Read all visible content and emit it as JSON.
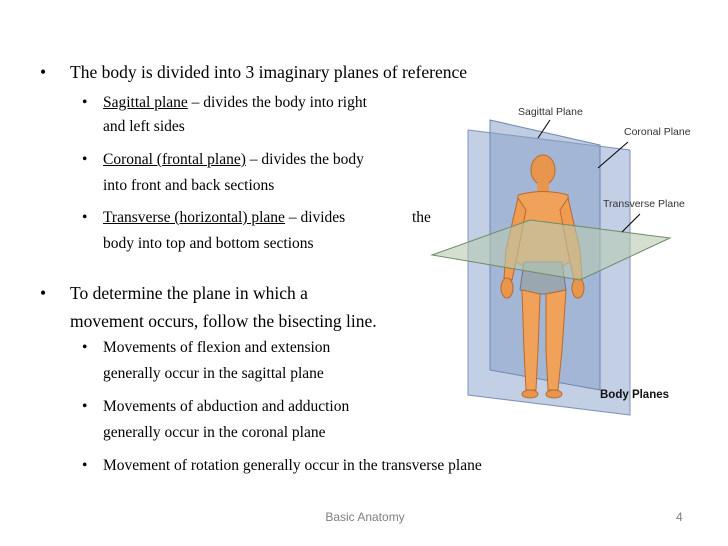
{
  "bullets": {
    "main1": "The body is divided into 3 imaginary planes of reference",
    "sagittal_term": "Sagittal plane",
    "sagittal_rest": " – divides the body into right",
    "sagittal_line2": "and left sides",
    "coronal_term": "Coronal (frontal plane)",
    "coronal_rest": " – divides the body",
    "coronal_line2": "into front and back sections",
    "transverse_term": "Transverse (horizontal) plane",
    "transverse_rest": " – divides",
    "transverse_the": "the",
    "transverse_line2": "body into top and bottom sections",
    "main2_line1": "To determine the plane in which a",
    "main2_line2": "movement occurs, follow the bisecting line.",
    "flex_line1": "Movements of flexion and extension",
    "flex_line2": "generally occur in the sagittal plane",
    "abd_line1": "Movements of abduction and adduction",
    "abd_line2": "generally occur in the coronal plane",
    "rot_line1": "Movement of rotation generally occur in the transverse plane"
  },
  "figure": {
    "label_sagittal": "Sagittal Plane",
    "label_coronal": "Coronal Plane",
    "label_transverse": "Transverse Plane",
    "caption": "Body Planes"
  },
  "footer": {
    "title": "Basic Anatomy",
    "page_number": "4"
  },
  "colors": {
    "plane_blue": "#aebfdc",
    "body_orange": "#f0a25a",
    "transverse_green": "#b7c9b0"
  }
}
